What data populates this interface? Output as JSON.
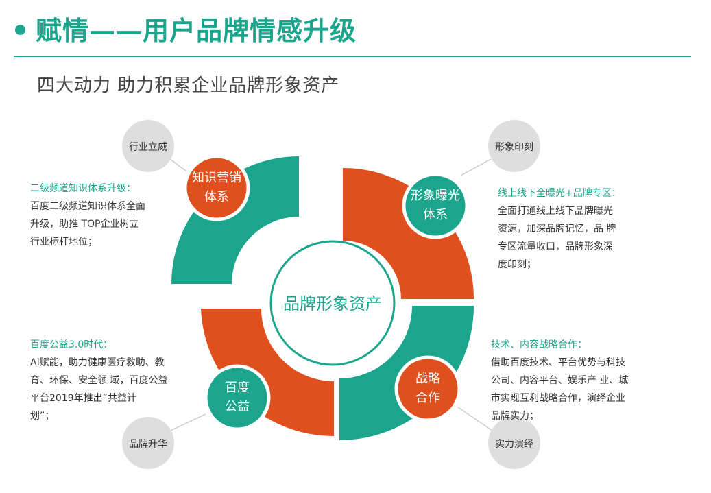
{
  "header": {
    "title": "赋情——用户品牌情感升级",
    "subtitle": "四大动力 助力积累企业品牌形象资产"
  },
  "colors": {
    "teal": "#1aa58c",
    "orange": "#e0501e",
    "grey": "#dedede"
  },
  "center": {
    "label": "品牌形象资产"
  },
  "quadrants": {
    "knowledge": {
      "circle_lines": [
        "知识营销",
        "体系"
      ],
      "tag": "行业立威",
      "desc_heading": "二级频道知识体系升级：",
      "desc_lines": [
        "百度二级频道知识体系全面",
        "升级，助推 TOP企业树立",
        "行业标杆地位；"
      ]
    },
    "image": {
      "circle_lines": [
        "形象曝光",
        "体系"
      ],
      "tag": "形象印刻",
      "desc_heading": "线上线下全曝光+品牌专区：",
      "desc_lines": [
        "全面打通线上线下品牌曝光",
        "资源，加深品牌记忆，品 牌",
        "专区流量收口，品牌形象深",
        "度印刻；"
      ]
    },
    "public": {
      "circle_lines": [
        "百度",
        "公益"
      ],
      "tag": "品牌升华",
      "desc_heading": "百度公益3.0时代：",
      "desc_lines": [
        "AI赋能，助力健康医疗救助、教",
        "育、环保、安全领 域，百度公益",
        "平台2019年推出“共益计",
        "划”；"
      ]
    },
    "strategy": {
      "circle_lines": [
        "战略",
        "合作"
      ],
      "tag": "实力演绎",
      "desc_heading": "技术、内容战略合作：",
      "desc_lines": [
        "借助百度技术、平台优势与科技",
        "公司、内容平台、娱乐产 业、城",
        "市实现互利战略合作，演绎企业",
        "品牌实力；"
      ]
    }
  }
}
